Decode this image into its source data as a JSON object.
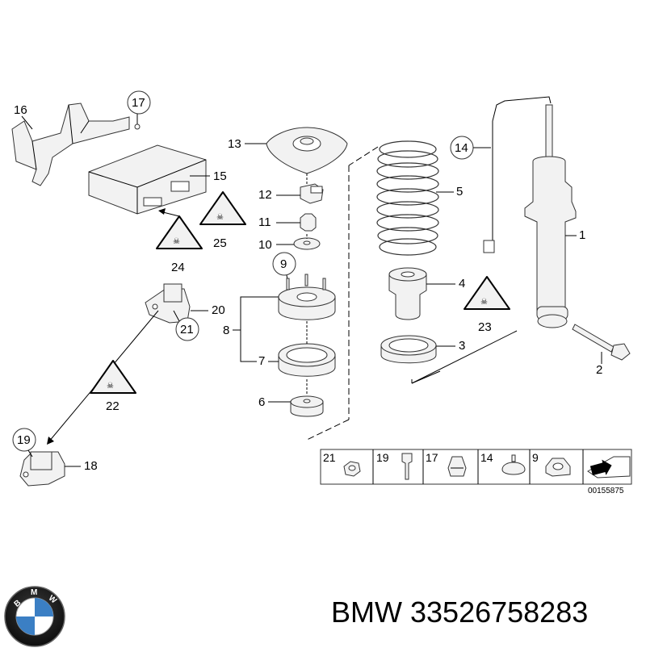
{
  "callouts": {
    "p1": "1",
    "p2": "2",
    "p3": "3",
    "p4": "4",
    "p5": "5",
    "p6": "6",
    "p7": "7",
    "p8": "8",
    "p9": "9",
    "p10": "10",
    "p11": "11",
    "p12": "12",
    "p13": "13",
    "p14": "14",
    "p15": "15",
    "p16": "16",
    "p17": "17",
    "p18": "18",
    "p19": "19",
    "p20": "20",
    "p21": "21",
    "p22": "22",
    "p23": "23",
    "p24": "24",
    "p25": "25"
  },
  "legend": {
    "items": [
      "21",
      "19",
      "17",
      "14",
      "9"
    ]
  },
  "diagram_code": "00155875",
  "brand": "BMW",
  "part_number": "33526758283",
  "logo": {
    "letters": "BMW",
    "colors": {
      "blue": "#3b7fc4",
      "ring": "#1a1a1a",
      "white": "#ffffff"
    }
  }
}
